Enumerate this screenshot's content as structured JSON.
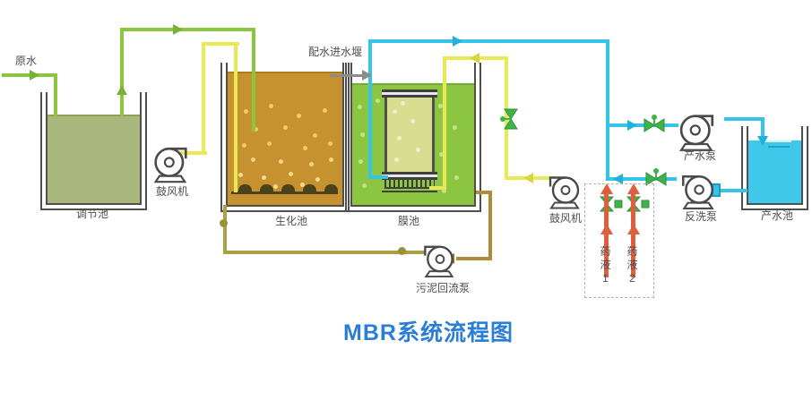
{
  "title": "MBR系统流程图",
  "labels": {
    "raw_water": "原水",
    "regulation_tank": "调节池",
    "blower_left": "鼓风机",
    "bio_tank": "生化池",
    "membrane_tank": "膜池",
    "inlet_weir": "配水进水堰",
    "blower_right": "鼓风机",
    "product_pump": "产水泵",
    "backwash_pump": "反洗泵",
    "product_tank": "产水池",
    "sludge_return_pump": "污泥回流泵",
    "chemical_1": "药液1",
    "chemical_2": "药液2"
  },
  "colors": {
    "raw_water_pipe": "#8CC63F",
    "air_pipe": "#E9E955",
    "product_pipe": "#35C4E8",
    "sludge_pipe": "#B08B39",
    "sludge_pipe_return": "#A9A143",
    "valve": "#3CB44A",
    "chemical_arrow": "#E15E3C",
    "regulation_water": "#A9B77D",
    "bio_water": "#C6912F",
    "membrane_water": "#8CC540",
    "membrane_module": "#D9DD90",
    "product_water": "#3EC9EA",
    "title_color": "#2A7ED8"
  }
}
